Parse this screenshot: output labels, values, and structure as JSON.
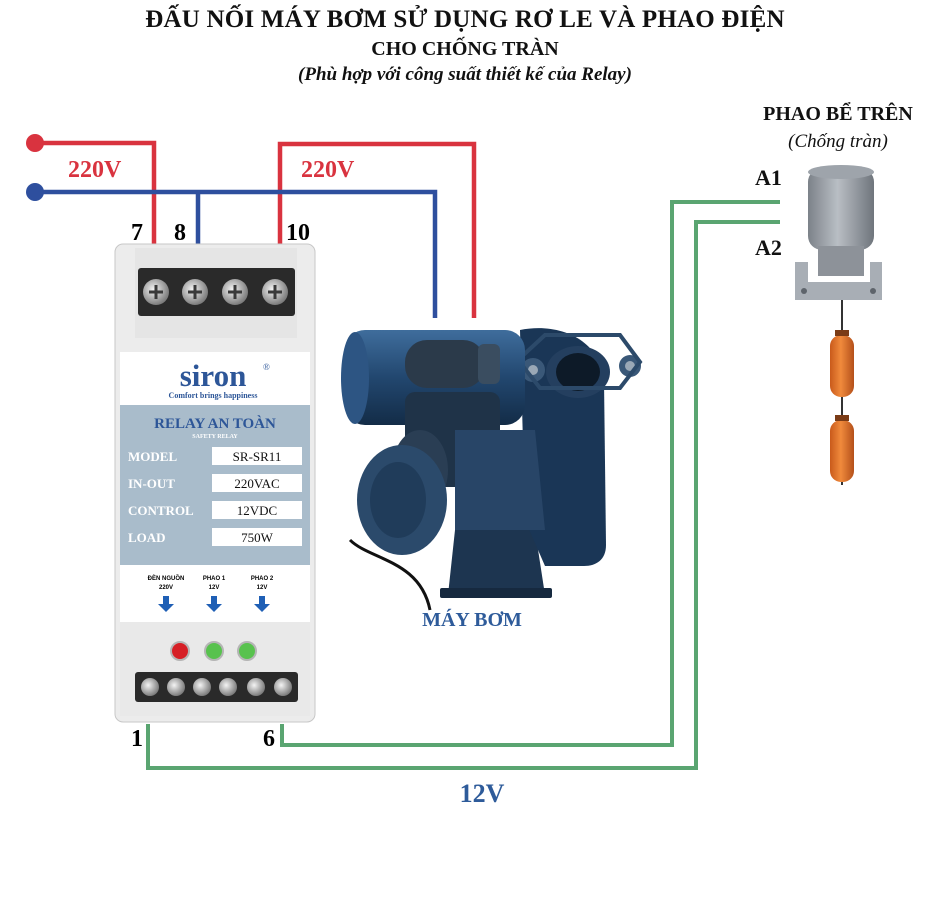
{
  "title": {
    "line1": "ĐẤU NỐI MÁY BƠM SỬ DỤNG RƠ LE VÀ PHAO ĐIỆN",
    "line2": "CHO CHỐNG TRÀN",
    "line3": "(Phù hợp với công suất thiết kế của Relay)"
  },
  "power": {
    "left_voltage": "220V",
    "pump_voltage": "220V"
  },
  "terminals": {
    "t7": "7",
    "t8": "8",
    "t10": "10",
    "t1": "1",
    "t6": "6"
  },
  "relay": {
    "brand": "siron",
    "registered": "®",
    "tagline": "Comfort brings happiness",
    "name": "RELAY AN TOÀN",
    "name_en": "SAFETY RELAY",
    "specs": [
      {
        "label": "MODEL",
        "value": "SR-SR11"
      },
      {
        "label": "IN-OUT",
        "value": "220VAC"
      },
      {
        "label": "CONTROL",
        "value": "12VDC"
      },
      {
        "label": "LOAD",
        "value": "750W"
      }
    ],
    "ports": [
      {
        "line1": "ĐÈN NGUỒN",
        "line2": "220V"
      },
      {
        "line1": "PHAO 1",
        "line2": "12V"
      },
      {
        "line1": "PHAO 2",
        "line2": "12V"
      }
    ]
  },
  "pump": {
    "label": "MÁY BƠM"
  },
  "float": {
    "title": "PHAO BỂ TRÊN",
    "subtitle": "(Chống tràn)",
    "a1": "A1",
    "a2": "A2"
  },
  "control": {
    "voltage": "12V"
  },
  "colors": {
    "live": "#d9333f",
    "neutral": "#2e4f9e",
    "control": "#5aa571",
    "label_blue": "#2e5b9a",
    "relay_panel": "#a9bccb"
  }
}
